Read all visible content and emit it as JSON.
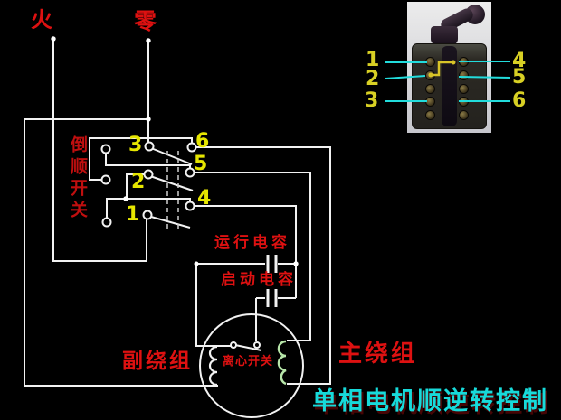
{
  "meta": {
    "description": "Wiring diagram of single-phase motor forward/reverse control with reversing switch photo"
  },
  "colors": {
    "background": "#000000",
    "wire": "#f2f2f2",
    "label_red": "#dd1111",
    "contact_number_yellow": "#e6e600",
    "title_cyan": "#17dada",
    "callout_line_cyan": "#22dcdc",
    "jumper_yellow": "#d8c428",
    "main_winding_green": "#b7e6a9"
  },
  "labels": {
    "live_wire": "火",
    "neutral_wire": "零",
    "reversing_switch": "倒顺开关",
    "running_capacitor": "运行电容",
    "starting_capacitor": "启动电容",
    "centrifugal_switch": "离心开关",
    "auxiliary_winding": "副绕组",
    "main_winding": "主绕组",
    "title": "单相电机顺逆转控制"
  },
  "switch_contacts": {
    "n1": "1",
    "n2": "2",
    "n3": "3",
    "n4": "4",
    "n5": "5",
    "n6": "6"
  },
  "photo_callouts": {
    "n1": "1",
    "n2": "2",
    "n3": "3",
    "n4": "4",
    "n5": "5",
    "n6": "6"
  }
}
